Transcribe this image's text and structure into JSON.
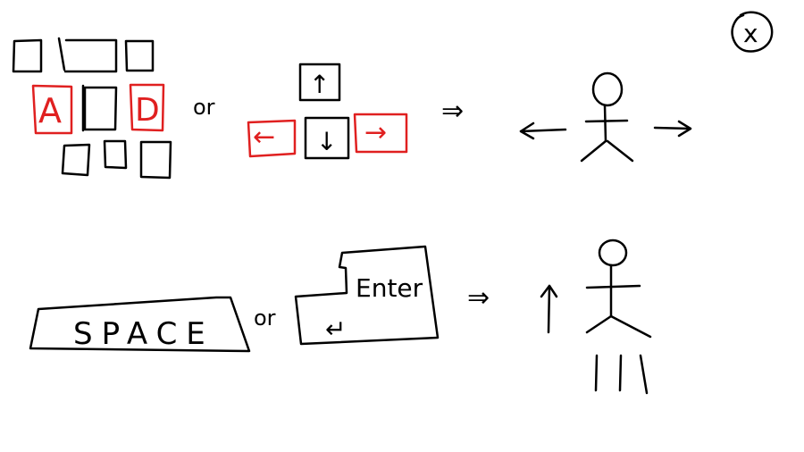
{
  "colors": {
    "ink": "#000000",
    "highlight": "#e02020",
    "background": "#ffffff"
  },
  "move_row": {
    "wasd_keys": {
      "left_key_label": "A",
      "right_key_label": "D"
    },
    "or_label": "or",
    "arrow_keys": {
      "up_glyph": "↑",
      "down_glyph": "↓",
      "left_glyph": "←",
      "right_glyph": "→"
    },
    "result_arrow": "⇒",
    "result_icon": "stick-figure-move-left-right-icon"
  },
  "jump_row": {
    "space_key_label": "SPACE",
    "or_label": "or",
    "enter_key_label": "Enter",
    "enter_glyph": "↵",
    "result_arrow": "⇒",
    "result_icon": "stick-figure-jump-icon"
  },
  "close_button": {
    "label": "x",
    "icon": "close-icon"
  }
}
